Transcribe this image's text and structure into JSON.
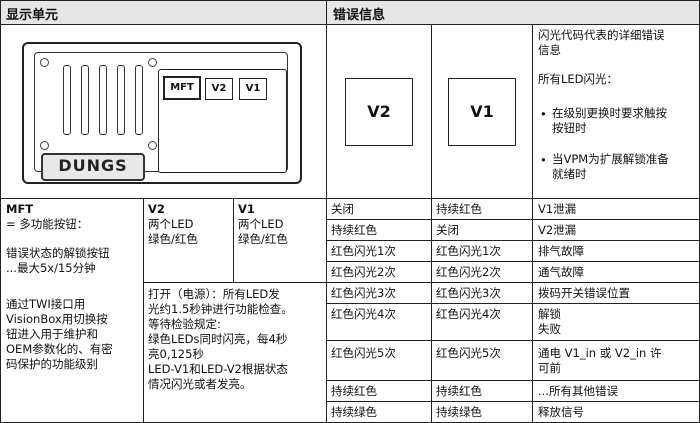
{
  "header": {
    "left": "显示单元",
    "right": "错误信息"
  },
  "device": {
    "mft": "MFT",
    "v2": "V2",
    "v1": "V1",
    "brand": "DUNGS"
  },
  "codes": {
    "v2": "V2",
    "v1": "V1"
  },
  "info": {
    "line1": "闪光代码代表的详细错误",
    "line2": "信息",
    "all_led": "所有LED闪光：",
    "b1_l1": "在级别更换时要求触按",
    "b1_l2": "按钮时",
    "b2_l1": "当VPM为扩展解锁准备",
    "b2_l2": "就绪时"
  },
  "mft": {
    "title": "MFT",
    "l1": "= 多功能按钮：",
    "l2": "错误状态的解锁按钮",
    "l3": "...最大5x/15分钟",
    "l4": "通过TWI接口用",
    "l5": "VisionBox用切换按",
    "l6": "钮进入用于维护和",
    "l7": "OEM参数化的、有密",
    "l8": "码保护的功能级别"
  },
  "v2col": {
    "title": "V2",
    "l1": "两个LED",
    "l2": "绿色/红色"
  },
  "v1col": {
    "title": "V1",
    "l1": "两个LED",
    "l2": "绿色/红色"
  },
  "power": {
    "l1": "打开（电源）：所有LED发",
    "l2": "光约1.5秒钟进行功能检查。",
    "l3": "等待检验规定:",
    "l4": "绿色LEDs同时闪亮，每4秒",
    "l5": "亮0,125秒",
    "l6": "LED-V1和LED-V2根据状态",
    "l7": "情况闪光或者发亮。"
  },
  "rows": [
    {
      "v2": "关闭",
      "v1": "持续红色",
      "msg": "V1泄漏"
    },
    {
      "v2": "持续红色",
      "v1": "关闭",
      "msg": "V2泄漏"
    },
    {
      "v2": "红色闪光1次",
      "v1": "红色闪光1次",
      "msg": "排气故障"
    },
    {
      "v2": "红色闪光2次",
      "v1": "红色闪光2次",
      "msg": "通气故障"
    },
    {
      "v2": "红色闪光3次",
      "v1": "红色闪光3次",
      "msg": "拨码开关错误位置"
    },
    {
      "v2": "红色闪光4次",
      "v1": "红色闪光4次",
      "msg": "解锁",
      "msg2": "失败"
    },
    {
      "v2": "红色闪光5次",
      "v1": "红色闪光5次",
      "msg": "通电 V1_in 或 V2_in 许",
      "msg2": "可前"
    },
    {
      "v2": "持续红色",
      "v1": "持续红色",
      "msg": "...所有其他错误"
    },
    {
      "v2": "持续绿色",
      "v1": "持续绿色",
      "msg": "释放信号"
    }
  ]
}
